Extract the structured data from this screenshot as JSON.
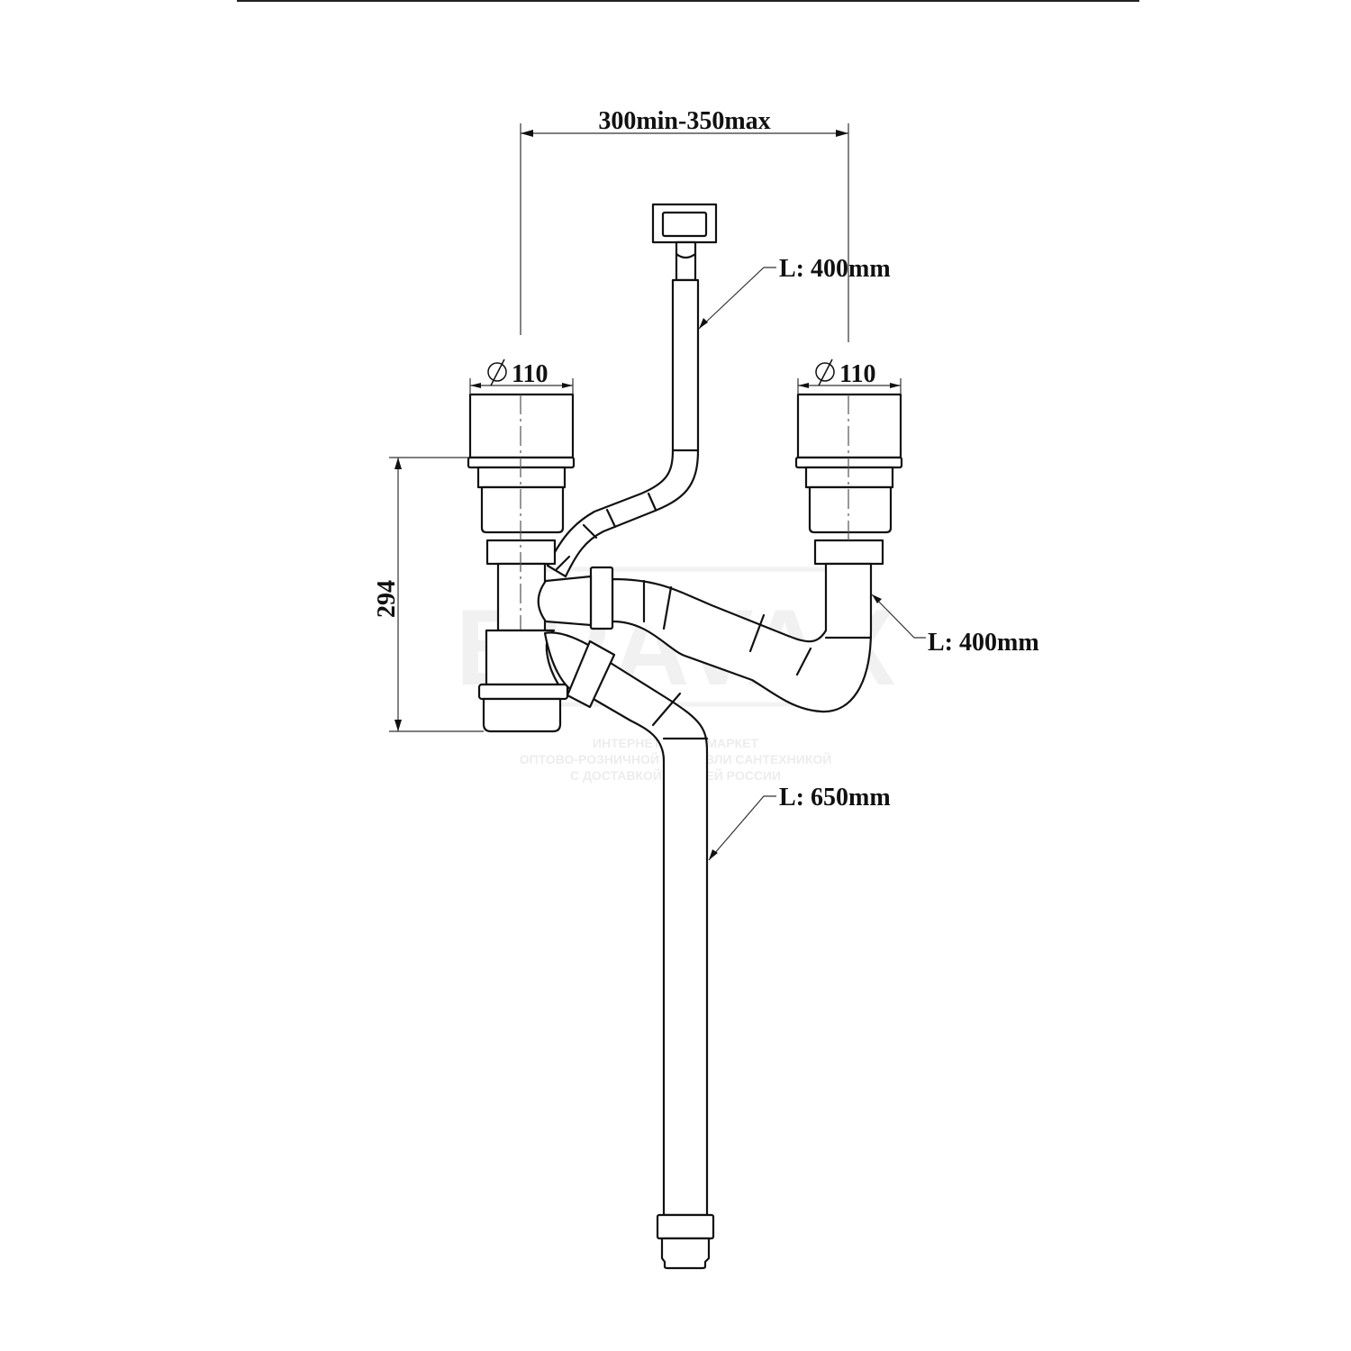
{
  "drawing": {
    "dimensions": {
      "spacing": "300min-350max",
      "left_diameter": "110",
      "right_diameter": "110",
      "height": "294",
      "overflow_length": "L: 400mm",
      "connector_length": "L: 400mm",
      "outlet_length": "L: 650mm"
    },
    "watermark": {
      "brand": "BRAVAX",
      "line1": "ИНТЕРНЕТ-ГИПЕРМАРКЕТ",
      "line2": "ОПТОВО-РОЗНИЧНОЙ ТОРГОВЛИ САНТЕХНИКОЙ",
      "line3": "С ДОСТАВКОЙ ПО ВСЕЙ РОССИИ"
    }
  }
}
